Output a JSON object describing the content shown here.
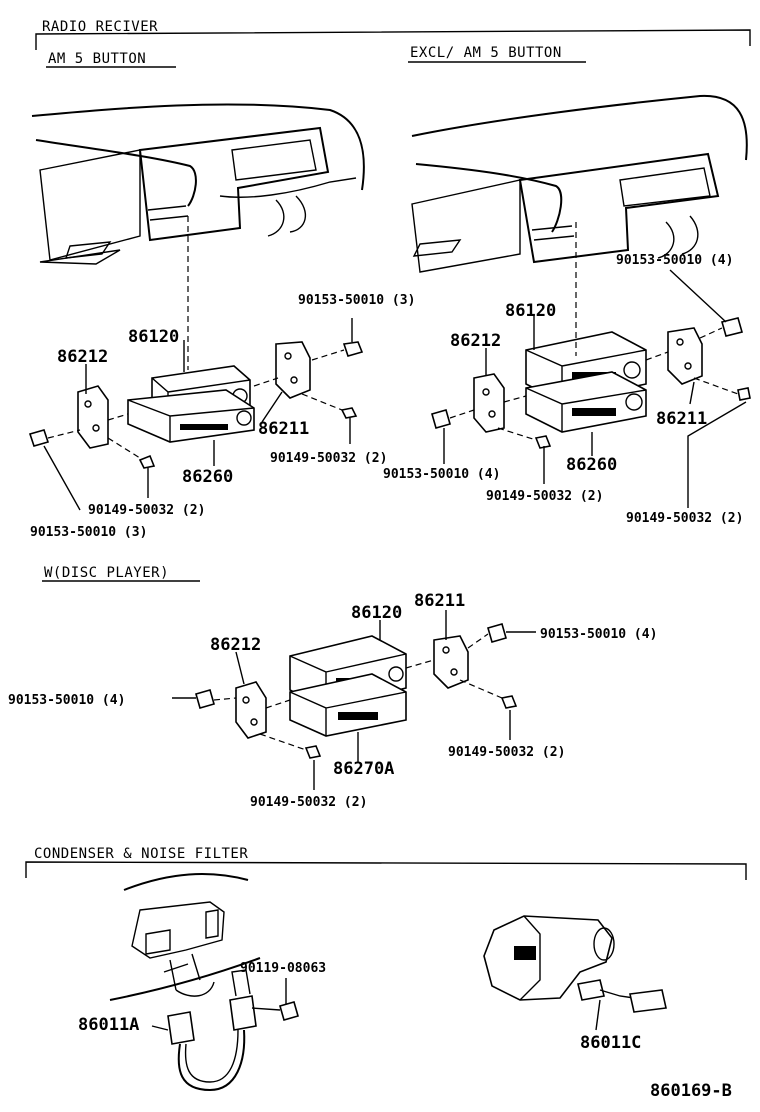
{
  "sections": {
    "radio": "RADIO RECIVER",
    "am5": "AM 5 BUTTON",
    "excl": "EXCL/ AM 5 BUTTON",
    "disc": "W(DISC PLAYER)",
    "cond": "CONDENSER & NOISE FILTER"
  },
  "left": {
    "p86212": "86212",
    "p86120": "86120",
    "p86211": "86211",
    "p86260": "86260",
    "bolt_top": "90153-50010 (3)",
    "screw_right": "90149-50032 (2)",
    "screw_bottom": "90149-50032 (2)",
    "bolt_bottom": "90153-50010 (3)"
  },
  "right": {
    "p86120": "86120",
    "p86212": "86212",
    "p86211": "86211",
    "p86260": "86260",
    "bolt_top": "90153-50010 (4)",
    "bolt_left": "90153-50010 (4)",
    "screw_mid": "90149-50032 (2)",
    "screw_right": "90149-50032 (2)"
  },
  "disc": {
    "p86120": "86120",
    "p86211": "86211",
    "p86212": "86212",
    "p86270A": "86270A",
    "bolt_right": "90153-50010 (4)",
    "bolt_left": "90153-50010 (4)",
    "screw_right": "90149-50032 (2)",
    "screw_bottom": "90149-50032 (2)"
  },
  "condenser": {
    "bolt": "90119-08063",
    "p86011A": "86011A",
    "p86011C": "86011C"
  },
  "diagram_id": "860169-B"
}
